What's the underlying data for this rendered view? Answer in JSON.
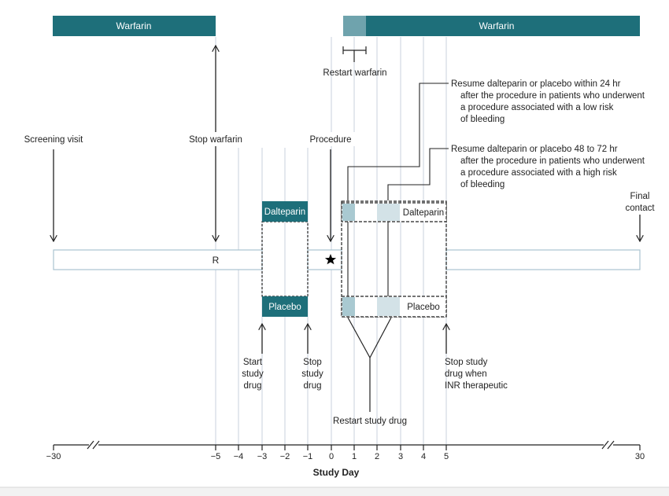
{
  "bars": {
    "warfarin_left": "Warfarin",
    "warfarin_right": "Warfarin",
    "dalteparin_box": "Dalteparin",
    "placebo_box": "Placebo",
    "dalteparin_post": "Dalteparin",
    "placebo_post": "Placebo",
    "randomization": "R"
  },
  "labels": {
    "restart_warfarin": "Restart warfarin",
    "screening_visit": "Screening visit",
    "stop_warfarin": "Stop warfarin",
    "procedure": "Procedure",
    "final_contact": [
      "Final",
      "contact"
    ],
    "resume_low": [
      "Resume dalteparin or placebo within 24 hr",
      "after the procedure in patients who underwent",
      "a procedure associated with a low risk",
      "of bleeding"
    ],
    "resume_high": [
      "Resume dalteparin or placebo 48 to 72 hr",
      "after the procedure in patients who underwent",
      "a procedure associated with a high risk",
      "of bleeding"
    ],
    "start_study_drug": [
      "Start",
      "study",
      "drug"
    ],
    "stop_study_drug": [
      "Stop",
      "study",
      "drug"
    ],
    "stop_study_drug_inr": [
      "Stop study",
      "drug when",
      "INR therapeutic"
    ],
    "restart_study_drug": "Restart study drug"
  },
  "axis": {
    "title": "Study Day",
    "ticks": [
      "−30",
      "−5",
      "−4",
      "−3",
      "−2",
      "−1",
      "0",
      "1",
      "2",
      "3",
      "4",
      "5",
      "30"
    ]
  },
  "colors": {
    "teal": "#1e6f7a",
    "teal_light": "#6fa3ad",
    "light_blue_1": "#a9c9d1",
    "light_blue_2": "#d3e2e7",
    "gridline": "#c9d1dc",
    "line": "#222222"
  }
}
